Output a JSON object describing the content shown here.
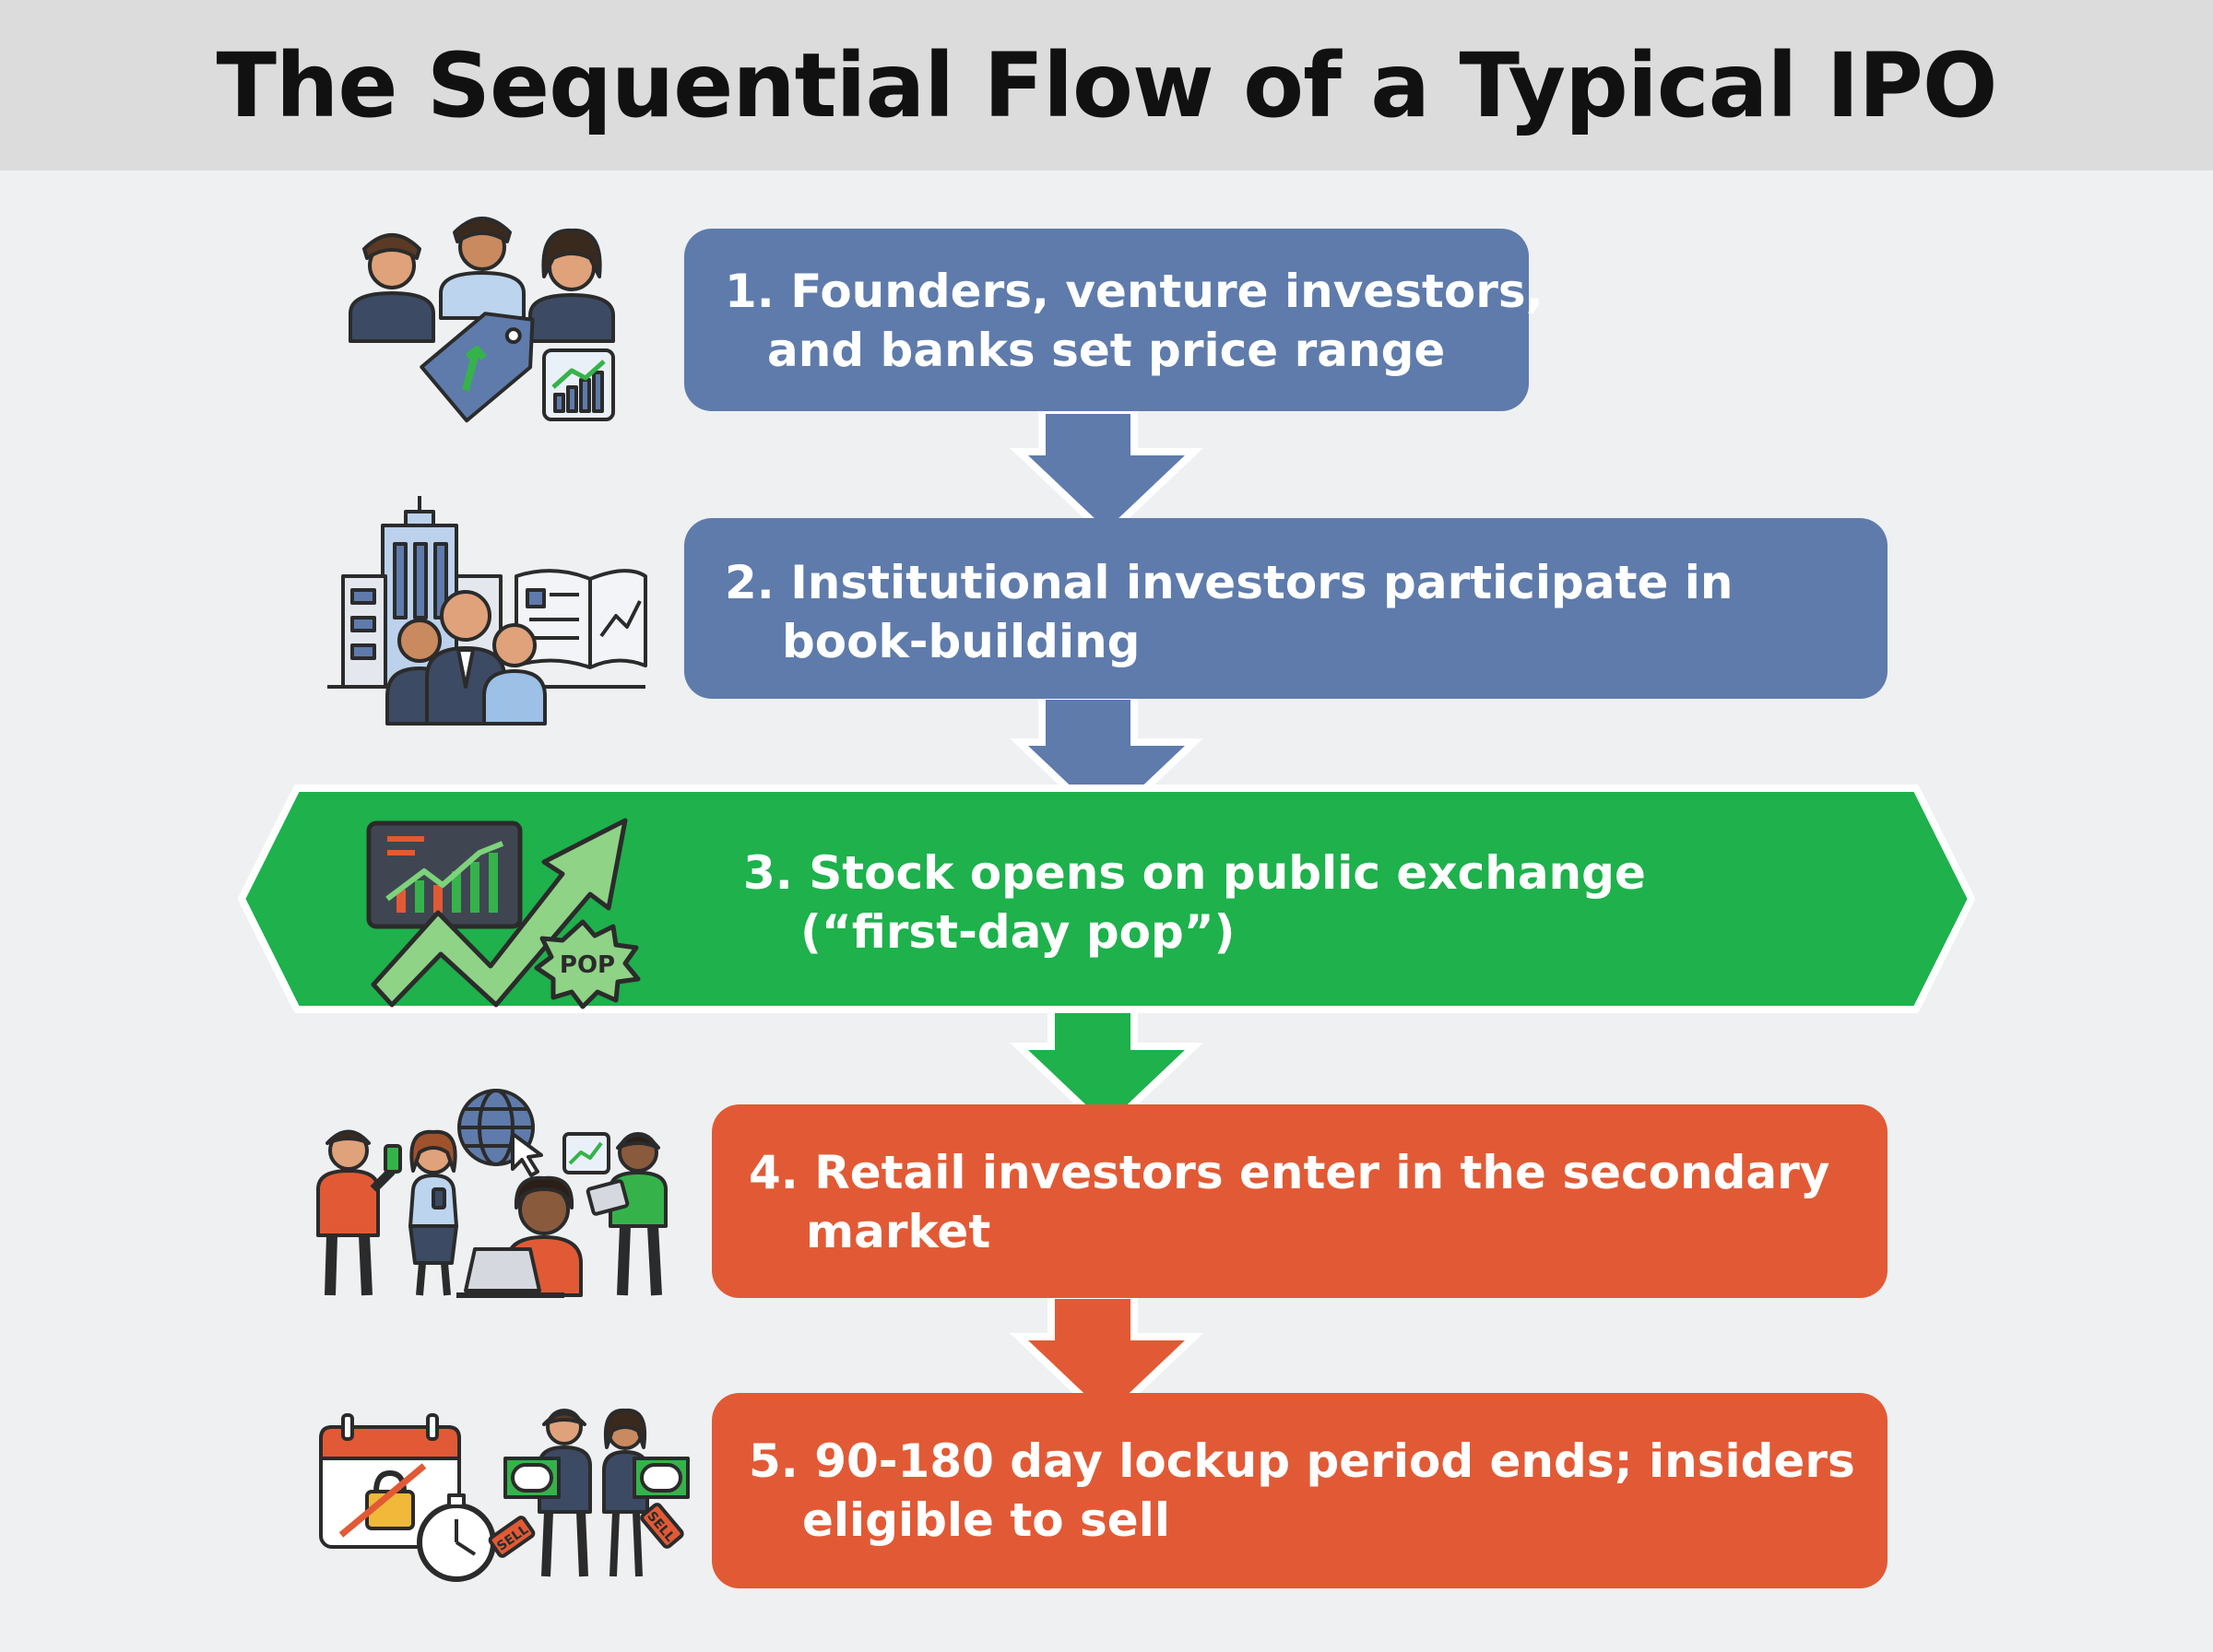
{
  "title": "The Sequential Flow of a Typical IPO",
  "colors": {
    "header_bg": "#dcdcdc",
    "background": "#eef0f2",
    "blue": "#5e7bab",
    "green": "#1eb14c",
    "orange": "#e15a35"
  },
  "steps": [
    {
      "line1": "1. Founders, venture investors,",
      "line2": "and banks set price range",
      "icon": "people-price-tag-icon"
    },
    {
      "line1": "2. Institutional investors participate in",
      "line2": "book-building",
      "icon": "institution-book-icon"
    },
    {
      "line1": "3. Stock opens on public exchange",
      "line2": "(“first-day pop”)",
      "icon": "stock-chart-pop-icon",
      "badge": "POP"
    },
    {
      "line1": "4. Retail investors enter in the secondary",
      "line2": "market",
      "icon": "retail-investors-icon"
    },
    {
      "line1": "5. 90-180 day lockup period ends; insiders",
      "line2": "eligible to sell",
      "icon": "lockup-calendar-sell-icon",
      "sell_label": "SELL"
    }
  ]
}
